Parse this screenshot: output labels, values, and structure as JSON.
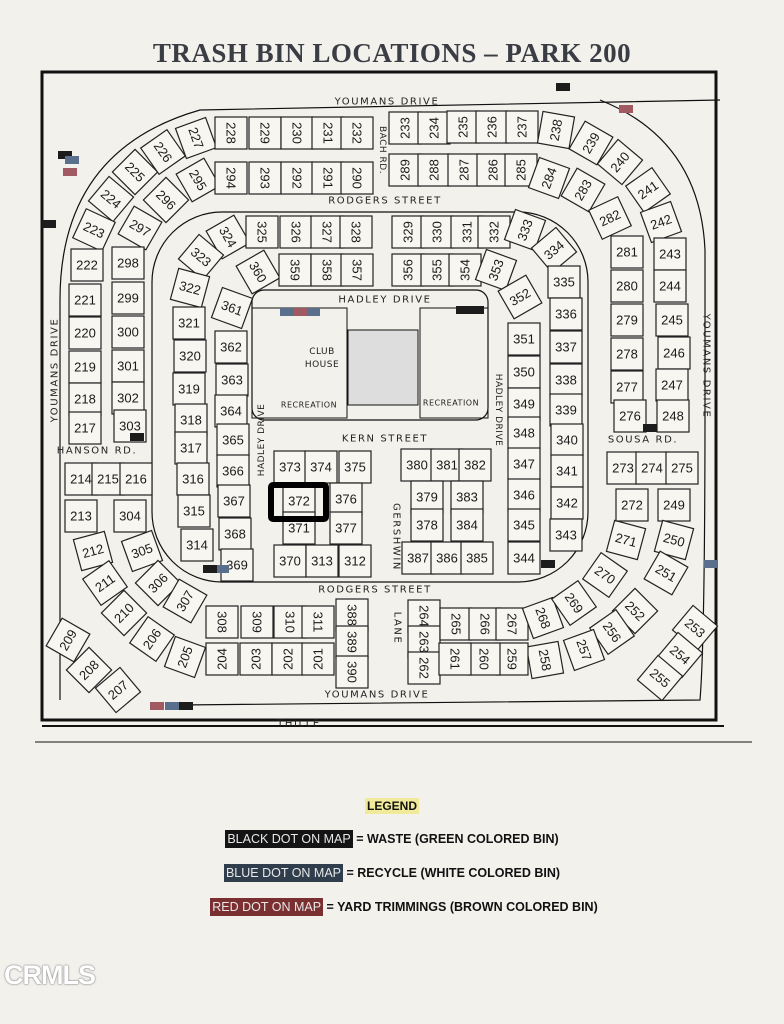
{
  "title": "TRASH BIN LOCATIONS – PARK 200",
  "streets": {
    "youmans_top": "YOUMANS DRIVE",
    "bach": "BACH RD.",
    "rodgers_top": "RODGERS STREET",
    "hadley_top": "HADLEY DRIVE",
    "club_house_1": "CLUB",
    "club_house_2": "HOUSE",
    "recreation_left": "RECREATION",
    "recreation_right": "RECREATION",
    "youmans_left": "YOUMANS DRIVE",
    "youmans_right": "YOUMANS DRIVE",
    "kern": "KERN STREET",
    "hanson": "HANSON RD.",
    "sousa": "SOUSA RD.",
    "hadley_left": "HADLEY DRIVE",
    "hadley_right": "HADLEY DRIVE",
    "gershwin": "GERSHWIN",
    "rodgers_bottom": "RODGERS STREET",
    "lane": "LANE",
    "youmans_bottom": "YOUMANS DRIVE",
    "thille": "THILLE"
  },
  "lots": [
    "227",
    "228",
    "229",
    "230",
    "231",
    "232",
    "233",
    "234",
    "235",
    "236",
    "237",
    "238",
    "239",
    "240",
    "241",
    "242",
    "243",
    "244",
    "245",
    "246",
    "247",
    "248",
    "225",
    "226",
    "295",
    "294",
    "293",
    "292",
    "291",
    "290",
    "289",
    "288",
    "287",
    "286",
    "285",
    "284",
    "283",
    "282",
    "281",
    "280",
    "279",
    "278",
    "277",
    "276",
    "224",
    "223",
    "222",
    "221",
    "220",
    "219",
    "218",
    "217",
    "296",
    "297",
    "298",
    "299",
    "300",
    "301",
    "302",
    "303",
    "324",
    "325",
    "326",
    "327",
    "328",
    "329",
    "330",
    "331",
    "332",
    "333",
    "334",
    "335",
    "336",
    "337",
    "338",
    "339",
    "340",
    "341",
    "342",
    "343",
    "323",
    "360",
    "359",
    "358",
    "357",
    "356",
    "355",
    "354",
    "353",
    "352",
    "351",
    "350",
    "349",
    "348",
    "347",
    "346",
    "345",
    "344",
    "322",
    "321",
    "320",
    "319",
    "318",
    "317",
    "316",
    "315",
    "314",
    "361",
    "362",
    "363",
    "364",
    "365",
    "366",
    "367",
    "368",
    "369",
    "373",
    "374",
    "375",
    "372",
    "376",
    "371",
    "377",
    "370",
    "313",
    "312",
    "380",
    "381",
    "382",
    "379",
    "383",
    "378",
    "384",
    "387",
    "386",
    "385",
    "214",
    "215",
    "216",
    "213",
    "304",
    "212",
    "305",
    "211",
    "306",
    "210",
    "307",
    "209",
    "206",
    "208",
    "205",
    "207",
    "308",
    "309",
    "310",
    "311",
    "388",
    "389",
    "390",
    "204",
    "203",
    "202",
    "201",
    "264",
    "263",
    "262",
    "265",
    "266",
    "267",
    "268",
    "269",
    "270",
    "271",
    "272",
    "273",
    "274",
    "275",
    "249",
    "250",
    "251",
    "252",
    "256",
    "257",
    "258",
    "259",
    "260",
    "261",
    "253",
    "254",
    "255"
  ],
  "highlighted_lot": "372",
  "bin_colors": {
    "waste": "#1c1c1c",
    "recycle": "#5a6f8c",
    "yard": "#a25a62"
  },
  "bins": [
    "waste",
    "recycle",
    "yard",
    "waste",
    "yard",
    "waste",
    "recycle",
    "yard",
    "recycle",
    "waste",
    "waste",
    "waste",
    "recycle",
    "waste",
    "waste",
    "waste",
    "recycle",
    "yard",
    "recycle",
    "waste"
  ],
  "legend": {
    "title": "LEGEND",
    "items": [
      {
        "chip": "BLACK DOT ON MAP",
        "text": "= WASTE (GREEN COLORED BIN)",
        "color": "#141414"
      },
      {
        "chip": "BLUE DOT ON MAP",
        "text": "= RECYCLE (WHITE COLORED BIN)",
        "color": "#2f3d4c"
      },
      {
        "chip": "RED DOT ON MAP",
        "text": "= YARD TRIMMINGS (BROWN COLORED BIN)",
        "color": "#7a2f30"
      }
    ]
  },
  "watermark": "CRMLS"
}
